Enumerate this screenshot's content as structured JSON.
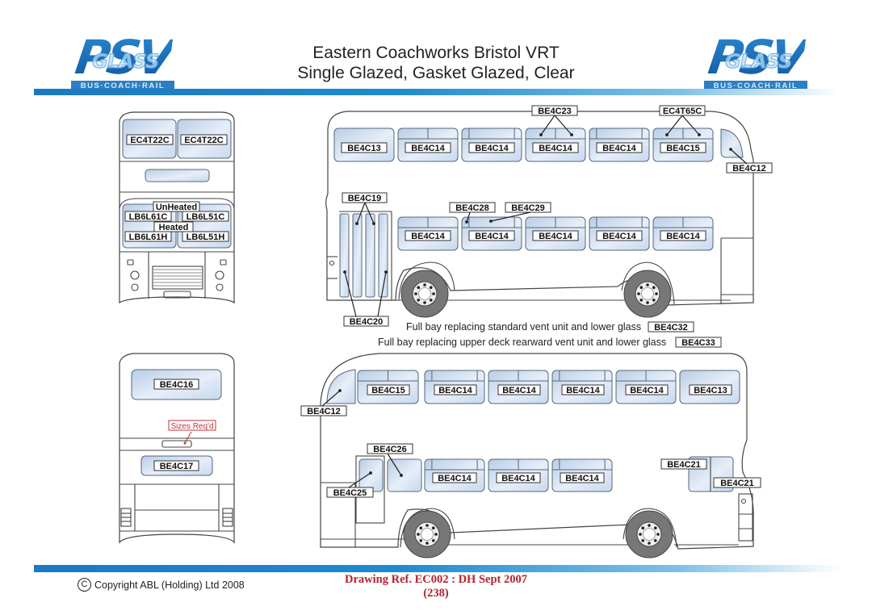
{
  "header": {
    "title_line1": "Eastern Coachworks Bristol VRT",
    "title_line2": "Single Glazed, Gasket Glazed, Clear"
  },
  "logo": {
    "brand": "PSV",
    "overlay": "GLASS",
    "tagline": "BUS·COACH·RAIL",
    "brand_color": "#1c6fb8"
  },
  "front_view": {
    "upper_windscreen": [
      "EC4T22C",
      "EC4T22C"
    ],
    "unheated_label": "UnHeated",
    "heated_label": "Heated",
    "lower_unheated": [
      "LB6L61C",
      "LB6L51C"
    ],
    "lower_heated": [
      "LB6L61H",
      "LB6L51H"
    ]
  },
  "rear_view": {
    "upper_window": "BE4C16",
    "lower_window": "BE4C17",
    "sizes_note": "Sizes Req'd"
  },
  "side_view_nearside": {
    "upper_deck": [
      "BE4C13",
      "BE4C14",
      "BE4C14",
      "BE4C14",
      "BE4C14",
      "BE4C15"
    ],
    "upper_rear_corner": "BE4C12",
    "vent_label_1": "BE4C23",
    "vent_label_2": "EC4T65C",
    "lower_deck": [
      "BE4C14",
      "BE4C14",
      "BE4C14",
      "BE4C14",
      "BE4C14"
    ],
    "door_upper": "BE4C19",
    "door_lower": "BE4C20",
    "vent_small_1": "BE4C28",
    "vent_small_2": "BE4C29"
  },
  "notes": [
    {
      "text": "Full bay replacing standard vent unit and lower glass",
      "code": "BE4C32"
    },
    {
      "text": "Full bay replacing upper deck rearward vent unit and lower glass",
      "code": "BE4C33"
    }
  ],
  "side_view_offside": {
    "upper_rear_corner": "BE4C12",
    "upper_deck": [
      "BE4C15",
      "BE4C14",
      "BE4C14",
      "BE4C14",
      "BE4C14",
      "BE4C13"
    ],
    "lower_deck": [
      "BE4C14",
      "BE4C14",
      "BE4C14"
    ],
    "stair_window": "BE4C26",
    "door_window": "BE4C25",
    "cab_window_1": "BE4C21",
    "cab_window_2": "BE4C21"
  },
  "footer": {
    "copyright_symbol": "C",
    "copyright": "Copyright ABL (Holding) Ltd 2008",
    "drawing_ref": "Drawing Ref. EC002 : DH Sept 2007",
    "drawing_number": "(238)",
    "ref_color": "#b52230"
  }
}
